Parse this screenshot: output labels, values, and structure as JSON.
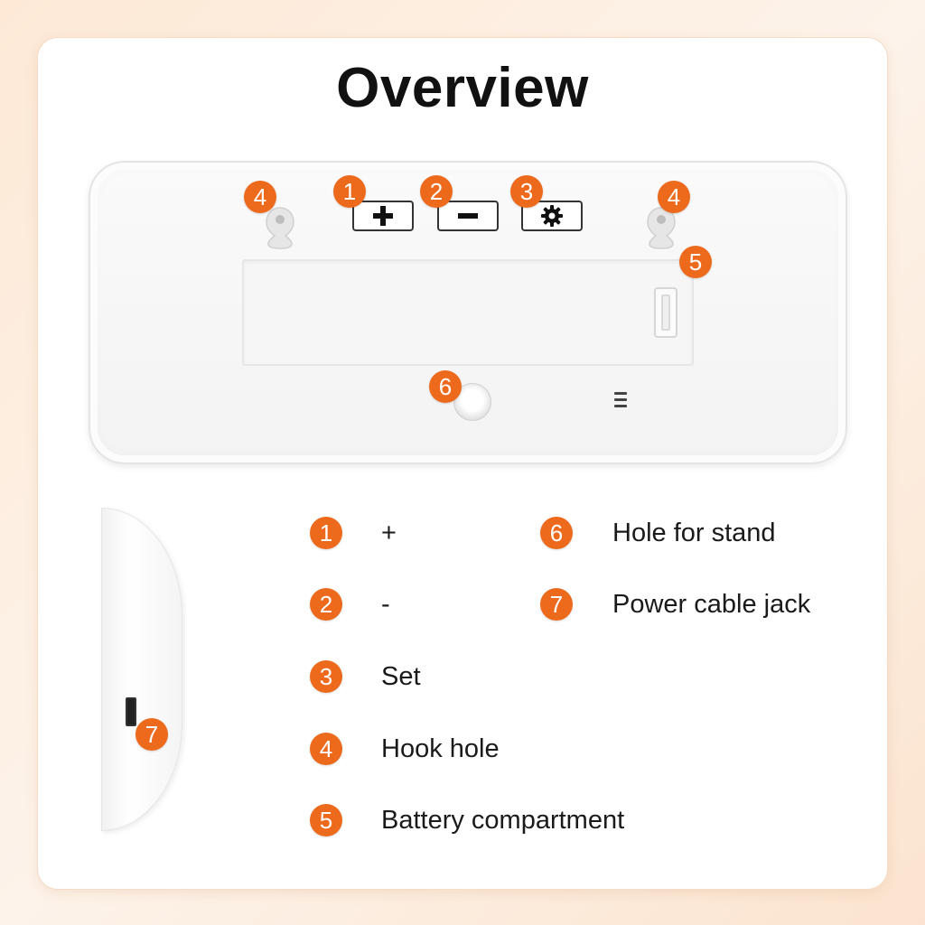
{
  "title": "Overview",
  "accent_color": "#ed6a1c",
  "device": {
    "buttons": [
      {
        "number": "1",
        "icon": "plus-icon"
      },
      {
        "number": "2",
        "icon": "minus-icon"
      },
      {
        "number": "3",
        "icon": "gear-icon"
      }
    ],
    "callouts": {
      "hook_left": "4",
      "hook_right": "4",
      "battery": "5",
      "stand": "6",
      "power_jack": "7"
    }
  },
  "legend": [
    {
      "number": "1",
      "label": "+"
    },
    {
      "number": "2",
      "label": "-"
    },
    {
      "number": "3",
      "label": "Set"
    },
    {
      "number": "4",
      "label": "Hook hole"
    },
    {
      "number": "5",
      "label": "Battery compartment"
    },
    {
      "number": "6",
      "label": "Hole for stand"
    },
    {
      "number": "7",
      "label": "Power cable jack"
    }
  ]
}
